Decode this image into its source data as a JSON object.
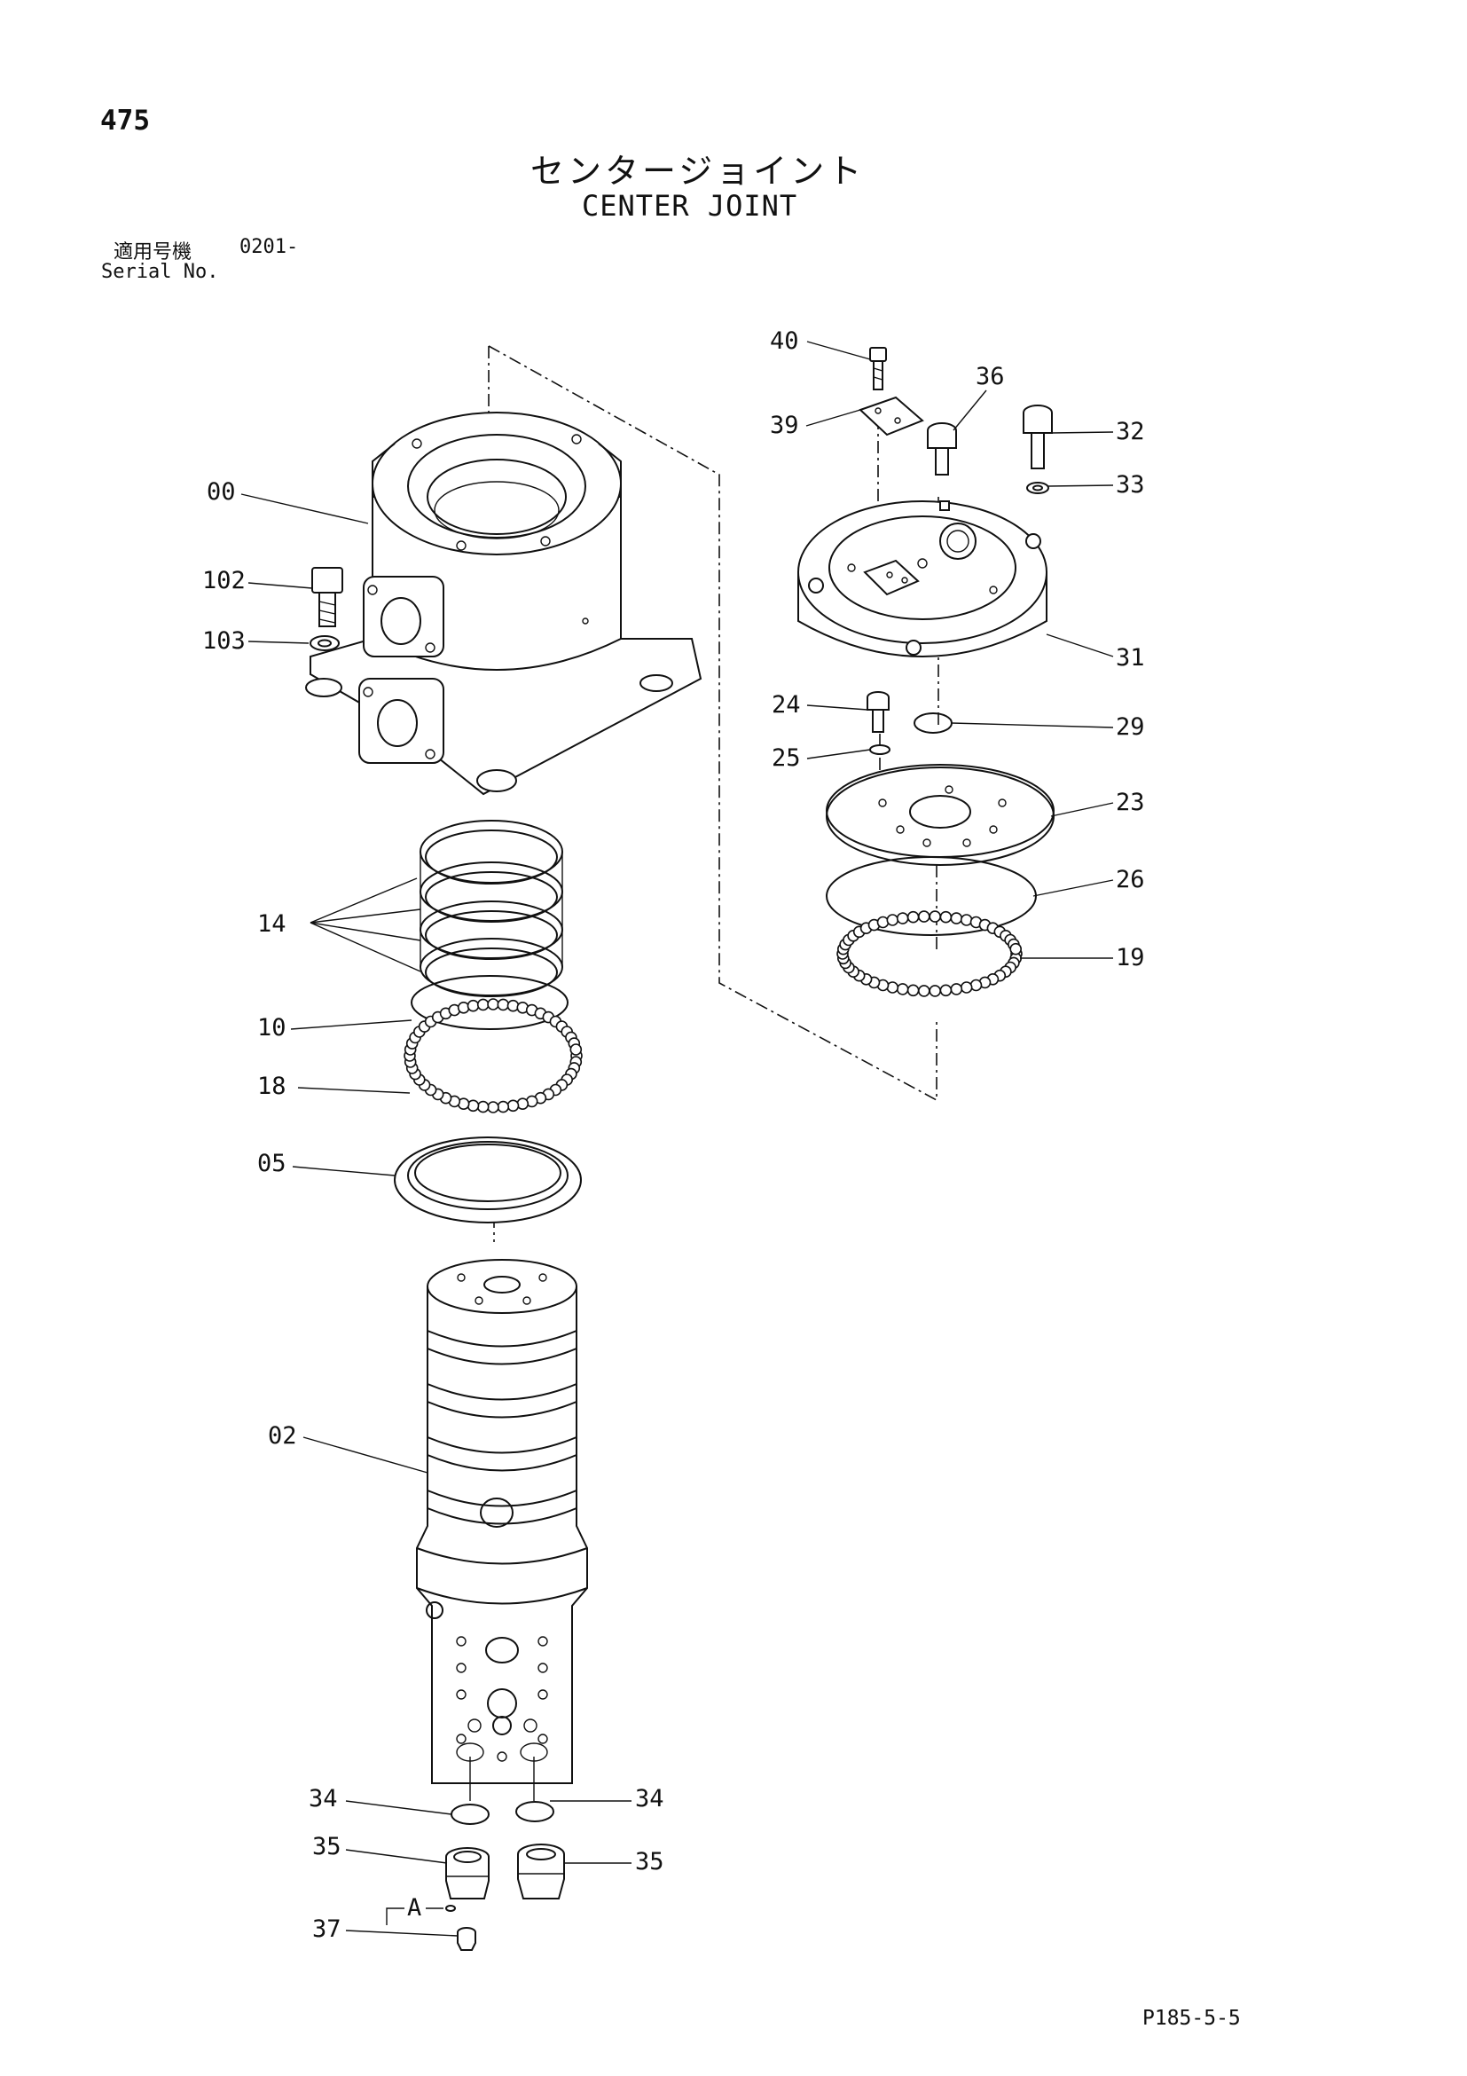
{
  "header": {
    "page_number": "475",
    "title_jp": "センタージョイント",
    "title_en": "CENTER JOINT",
    "serial_label_jp": "適用号機",
    "serial_value": "0201-",
    "serial_label_en": "Serial No."
  },
  "footer": {
    "reference_code": "P185-5-5"
  },
  "callouts": {
    "c00": "00",
    "c02": "02",
    "c05": "05",
    "c10": "10",
    "c14": "14",
    "c18": "18",
    "c102": "102",
    "c103": "103",
    "c19": "19",
    "c23": "23",
    "c24": "24",
    "c25": "25",
    "c26": "26",
    "c29": "29",
    "c31": "31",
    "c32": "32",
    "c33": "33",
    "c34_left": "34",
    "c34_right": "34",
    "c35_left": "35",
    "c35_right": "35",
    "c36": "36",
    "c37": "37",
    "c39": "39",
    "c40": "40",
    "detail_a": "A"
  }
}
